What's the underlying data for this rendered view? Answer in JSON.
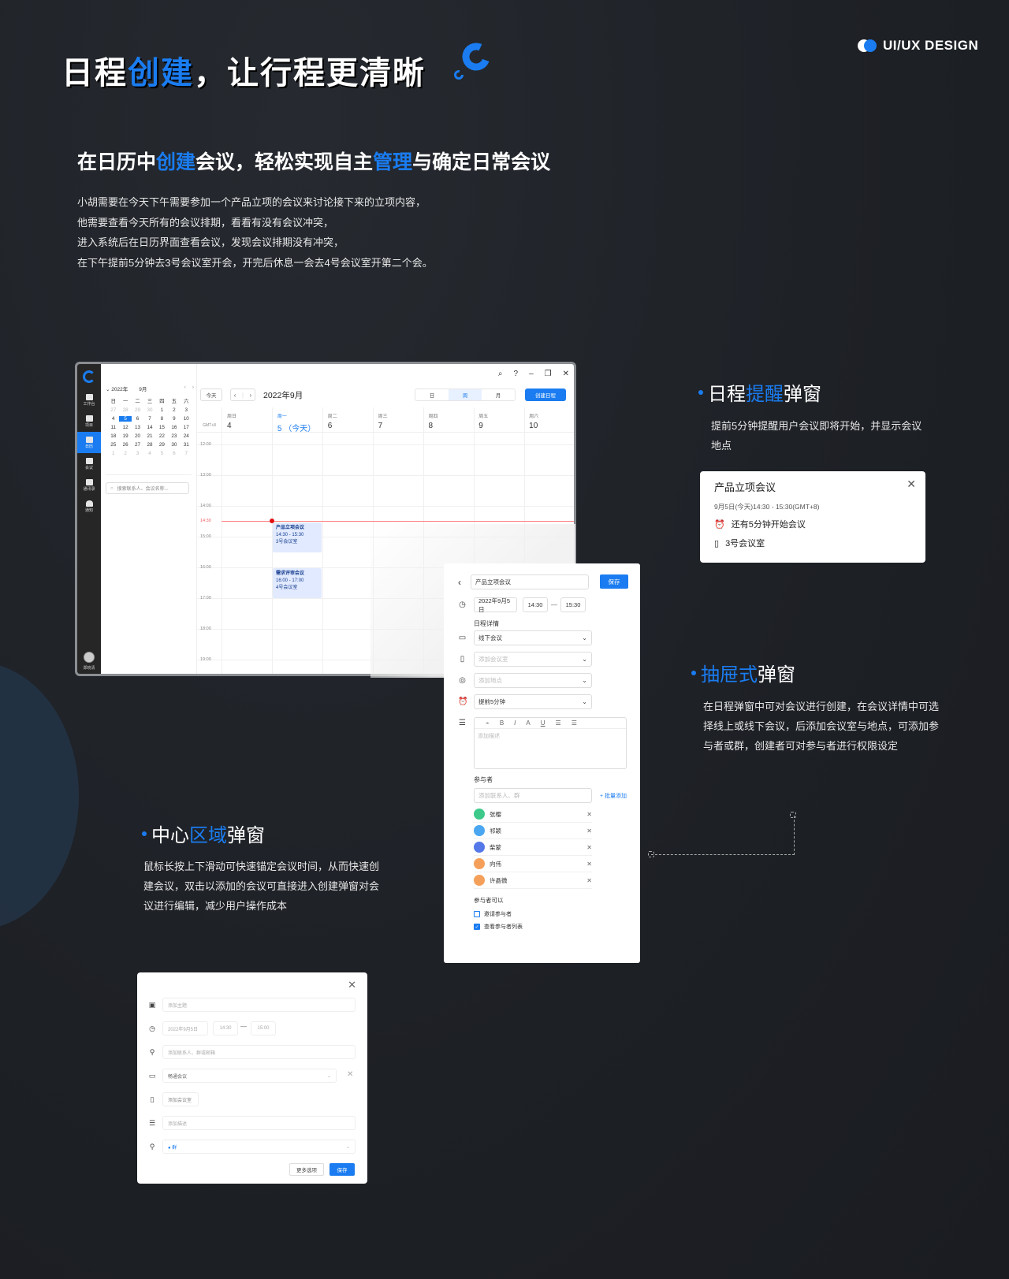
{
  "hero": {
    "title_a": "日程",
    "title_b": "创建",
    "title_c": "，让行程更清晰",
    "brand": "UI/UX DESIGN"
  },
  "section": {
    "title_parts": [
      "在日历中",
      "创建",
      "会议，轻松实现自主",
      "管理",
      "与确定日常会议"
    ],
    "intro_lines": [
      "小胡需要在今天下午需要参加一个产品立项的会议来讨论接下来的立项内容，",
      "他需要查看今天所有的会议排期，看看有没有会议冲突，",
      "进入系统后在日历界面查看会议，发现会议排期没有冲突，",
      "在下午提前5分钟去3号会议室开会，开完后休息一会去4号会议室开第二个会。"
    ]
  },
  "calendar": {
    "nav": [
      {
        "label": "工作台",
        "icon": "grid-icon"
      },
      {
        "label": "项目",
        "icon": "folder-icon"
      },
      {
        "label": "日历",
        "icon": "calendar-icon",
        "active": true
      },
      {
        "label": "会议",
        "icon": "video-icon"
      },
      {
        "label": "通讯录",
        "icon": "contacts-icon"
      },
      {
        "label": "通知",
        "icon": "bell-icon"
      }
    ],
    "user_label": "郑晓清",
    "mini": {
      "year": "2022年",
      "month": "9月",
      "prev": "‹",
      "next": "›",
      "weekdays": [
        "日",
        "一",
        "二",
        "三",
        "四",
        "五",
        "六"
      ],
      "days": [
        [
          "27",
          "d"
        ],
        [
          "28",
          "d"
        ],
        [
          "29",
          "d"
        ],
        [
          "30",
          "d"
        ],
        [
          "1",
          ""
        ],
        [
          "2",
          ""
        ],
        [
          "3",
          ""
        ],
        [
          "4",
          ""
        ],
        [
          "5",
          "s"
        ],
        [
          "6",
          ""
        ],
        [
          "7",
          ""
        ],
        [
          "8",
          ""
        ],
        [
          "9",
          ""
        ],
        [
          "10",
          ""
        ],
        [
          "11",
          ""
        ],
        [
          "12",
          ""
        ],
        [
          "13",
          ""
        ],
        [
          "14",
          ""
        ],
        [
          "15",
          ""
        ],
        [
          "16",
          ""
        ],
        [
          "17",
          ""
        ],
        [
          "18",
          ""
        ],
        [
          "19",
          ""
        ],
        [
          "20",
          ""
        ],
        [
          "21",
          ""
        ],
        [
          "22",
          ""
        ],
        [
          "23",
          ""
        ],
        [
          "24",
          ""
        ],
        [
          "25",
          ""
        ],
        [
          "26",
          ""
        ],
        [
          "27",
          ""
        ],
        [
          "28",
          ""
        ],
        [
          "29",
          ""
        ],
        [
          "30",
          ""
        ],
        [
          "31",
          ""
        ],
        [
          "1",
          "d"
        ],
        [
          "2",
          "d"
        ],
        [
          "3",
          "d"
        ],
        [
          "4",
          "d"
        ],
        [
          "5",
          "d"
        ],
        [
          "6",
          "d"
        ],
        [
          "7",
          "d"
        ]
      ],
      "search_placeholder": "搜索联系人、会议名称..."
    },
    "toolbar": {
      "today": "今天",
      "month_label": "2022年9月",
      "views": [
        "日",
        "周",
        "月"
      ],
      "active_view": "周",
      "create": "创建日程"
    },
    "timezone": "GMT+8",
    "days": [
      {
        "w": "周日",
        "n": "4"
      },
      {
        "w": "周一",
        "n": "5 （今天）",
        "today": true
      },
      {
        "w": "周二",
        "n": "6"
      },
      {
        "w": "周三",
        "n": "7"
      },
      {
        "w": "周四",
        "n": "8"
      },
      {
        "w": "周五",
        "n": "9"
      },
      {
        "w": "周六",
        "n": "10"
      }
    ],
    "hours": [
      "12:00",
      "13:00",
      "14:00",
      "15:00",
      "16:00",
      "17:00",
      "18:00",
      "19:00"
    ],
    "now_label": "14:30",
    "events": [
      {
        "title": "产品立项会议",
        "time": "14:30 - 15:30",
        "room": "3号会议室"
      },
      {
        "title": "需求评审会议",
        "time": "16:00 - 17:00",
        "room": "4号会议室"
      }
    ]
  },
  "drawer": {
    "title": "产品立项会议",
    "save": "保存",
    "date": "2022年9月5日",
    "start": "14:30",
    "end": "15:30",
    "details_label": "日程详情",
    "type": "线下会议",
    "room_placeholder": "添加会议室",
    "place_placeholder": "添加地点",
    "reminder": "提前5分钟",
    "desc_placeholder": "添加描述",
    "attendees_label": "参与者",
    "attendee_placeholder": "添加联系人、群",
    "batch_add": "+ 批量添加",
    "attendees": [
      {
        "name": "张樱",
        "color": "#3dc98a"
      },
      {
        "name": "祁颖",
        "color": "#4aa6f0"
      },
      {
        "name": "柴蒙",
        "color": "#5478e8"
      },
      {
        "name": "向伟",
        "color": "#f5a05a"
      },
      {
        "name": "许晶微",
        "color": "#f5a05a"
      }
    ],
    "perm_label": "参与者可以",
    "perms": [
      {
        "label": "邀请参与者",
        "checked": false
      },
      {
        "label": "查看参与者列表",
        "checked": true
      }
    ]
  },
  "reminder_section": {
    "title_a": "日程",
    "title_b": "提醒",
    "title_c": "弹窗",
    "desc": [
      "提前5分钟提醒用户会议即将开始，并显示会议",
      "地点"
    ],
    "popup": {
      "title": "产品立项会议",
      "time": "9月5日(今天)14:30 - 15:30(GMT+8)",
      "countdown": "还有5分钟开始会议",
      "room": "3号会议室"
    }
  },
  "drawer_section": {
    "title_a": "抽屉式",
    "title_b": "弹窗",
    "desc": [
      "在日程弹窗中可对会议进行创建，在会议详情中可选",
      "择线上或线下会议，后添加会议室与地点，可添加参",
      "与者或群，创建者可对参与者进行权限设定"
    ]
  },
  "center_section": {
    "title_a": "中心",
    "title_b": "区域",
    "title_c": "弹窗",
    "desc": [
      "鼠标长按上下滑动可快速锚定会议时间，从而快速创",
      "建会议，双击以添加的会议可直接进入创建弹窗对会",
      "议进行编辑，减少用户操作成本"
    ]
  },
  "modal": {
    "subject_placeholder": "添加主题",
    "date": "2022年9月5日",
    "start": "14:30",
    "end": "15:00",
    "contacts_placeholder": "添加联系人、群或邮箱",
    "type": "畅通会议",
    "room": "添加会议室",
    "desc_placeholder": "添加描述",
    "scope": "● 群",
    "more": "更多选项",
    "save": "保存"
  }
}
